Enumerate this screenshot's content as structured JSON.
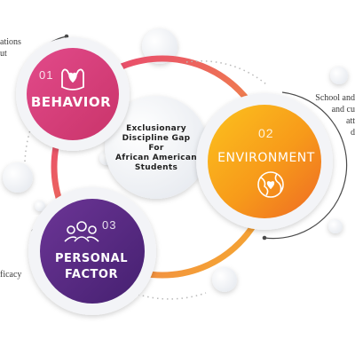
{
  "side_texts": {
    "top_left": "ations\nut",
    "right": "School and\nand cu\natt\nd",
    "bottom_left": "ficacy"
  },
  "center": {
    "text": "Exclusionary\nDiscipline Gap\nFor\nAfrican American\nStudents"
  },
  "nodes": {
    "behavior": {
      "number": "01",
      "label": "BEHAVIOR",
      "icon": "heart-hands-icon",
      "color": "#d9407c"
    },
    "environment": {
      "number": "02",
      "label": "ENVIRONMENT",
      "icon": "globe-heart-icon",
      "color": "#f7a11b"
    },
    "personal_factor": {
      "number": "03",
      "label": "PERSONAL\nFACTOR",
      "icon": "group-icon",
      "color": "#5a2c87"
    }
  },
  "colors": {
    "ring_pink": "#e8306e",
    "ring_orange": "#f7a11b",
    "ring_purple": "#7a3aa0"
  }
}
